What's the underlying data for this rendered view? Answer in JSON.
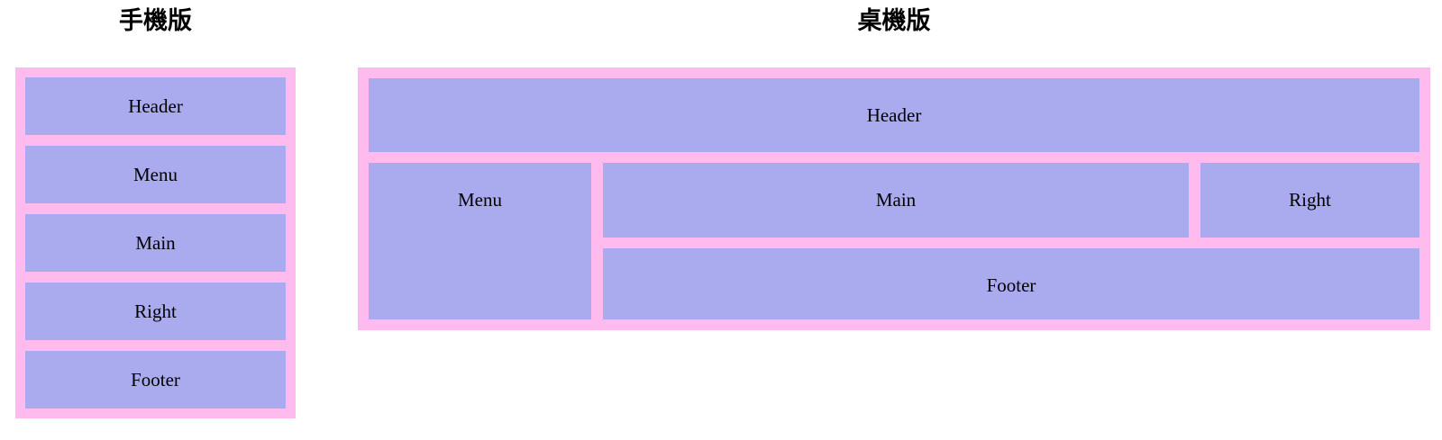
{
  "colors": {
    "page_background": "#ffffff",
    "container_background": "#ffbbee",
    "box_background": "#aaaaee",
    "box_label_text": "#000000",
    "title_text": "#000000"
  },
  "mobile_layout": {
    "title": "手機版",
    "boxes": [
      {
        "label": "Header"
      },
      {
        "label": "Menu"
      },
      {
        "label": "Main"
      },
      {
        "label": "Right"
      },
      {
        "label": "Footer"
      }
    ]
  },
  "desktop_layout": {
    "title": "桌機版",
    "boxes": {
      "header": {
        "label": "Header"
      },
      "menu": {
        "label": "Menu"
      },
      "main": {
        "label": "Main"
      },
      "right": {
        "label": "Right"
      },
      "footer": {
        "label": "Footer"
      }
    }
  }
}
